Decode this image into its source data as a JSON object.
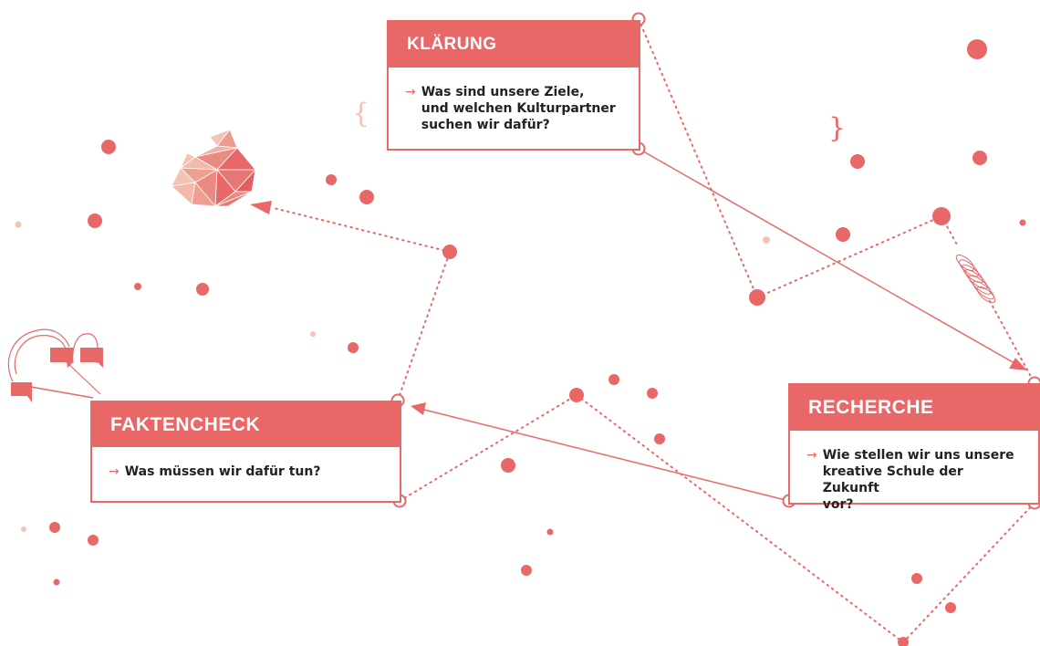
{
  "colors": {
    "accent": "#e86868",
    "light": "#f4c3b6",
    "text": "#222222"
  },
  "icons": {
    "arrow": "→",
    "brace_open": "{",
    "brace_close": "}",
    "gem": "polyhedron-icon",
    "speech": "speech-bubbles-icon",
    "spring": "spring-icon"
  },
  "cards": {
    "klaerung": {
      "title": "KLÄRUNG",
      "question": "Was sind unsere Ziele,\nund welchen Kulturpartner\nsuchen wir dafür?"
    },
    "faktencheck": {
      "title": "FAKTENCHECK",
      "question": "Was müssen wir dafür tun?"
    },
    "recherche": {
      "title": "RECHERCHE",
      "question": "Wie stellen wir uns unsere\nkreative Schule der Zukunft\nvor?"
    }
  }
}
